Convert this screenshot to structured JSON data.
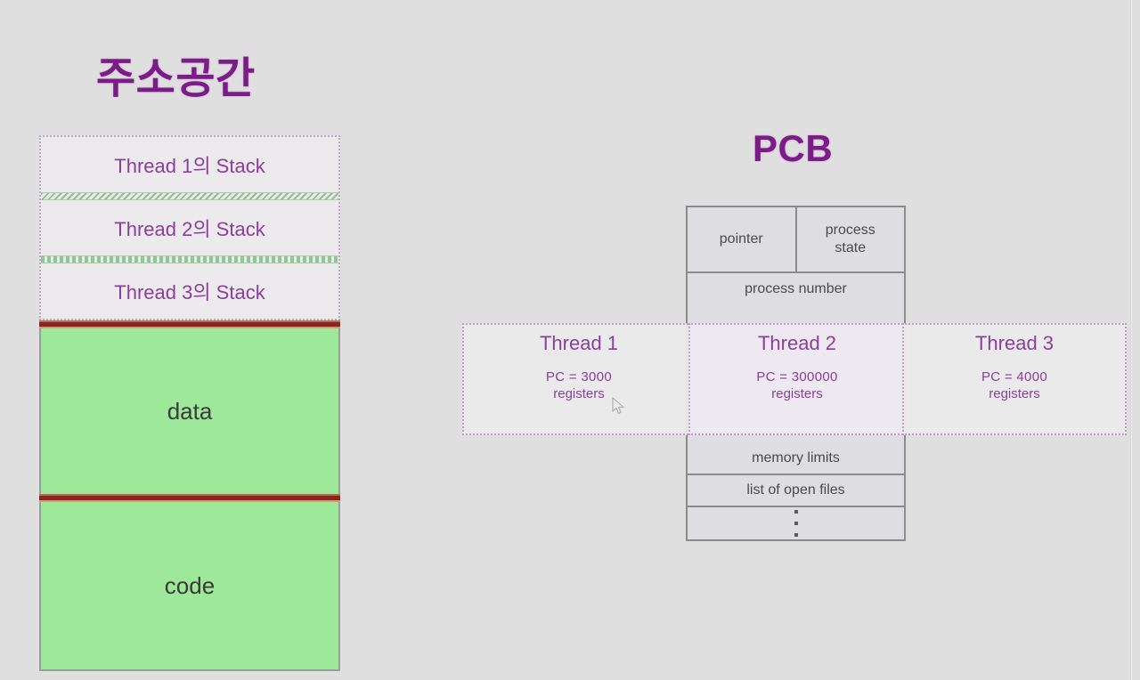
{
  "slide": {
    "background_color": "#e0dfdf",
    "accent_color": "#7b1d86",
    "thread_text_color": "#8b3f9a",
    "memory_block_color": "#9ee89a",
    "divider_color": "#8d2222"
  },
  "address_space": {
    "title": "주소공간",
    "stack_rows": [
      {
        "label": "Thread 1의 Stack"
      },
      {
        "label": "Thread 2의 Stack"
      },
      {
        "label": "Thread 3의 Stack"
      }
    ],
    "memory_blocks": [
      {
        "label": "data"
      },
      {
        "label": "code"
      }
    ]
  },
  "pcb": {
    "title": "PCB",
    "top_row": [
      {
        "label": "pointer"
      },
      {
        "label": "process\nstate"
      }
    ],
    "rows_above": [
      {
        "label": "process number"
      }
    ],
    "rows_below": [
      {
        "label": "memory limits"
      },
      {
        "label": "list of open files"
      }
    ],
    "continuation": "⋮"
  },
  "threads": [
    {
      "title": "Thread 1",
      "pc": "PC = 3000",
      "registers": "registers"
    },
    {
      "title": "Thread 2",
      "pc": "PC =  300000",
      "registers": "registers"
    },
    {
      "title": "Thread 3",
      "pc": "PC =  4000",
      "registers": "registers"
    }
  ]
}
